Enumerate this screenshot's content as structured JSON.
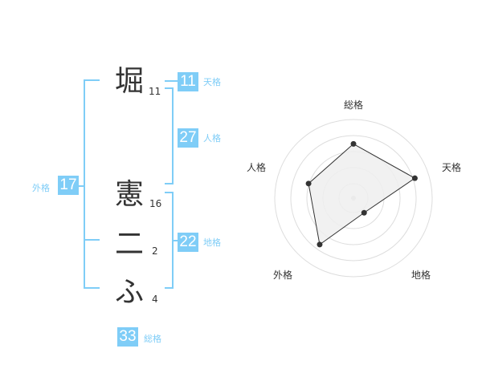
{
  "name_chars": [
    {
      "char": "堀",
      "strokes": "11"
    },
    {
      "char": "憲",
      "strokes": "16"
    },
    {
      "char": "二",
      "strokes": "2"
    },
    {
      "char": "ふ",
      "strokes": "4"
    }
  ],
  "kaku": {
    "tenkaku": {
      "value": "11",
      "label": "天格"
    },
    "jinkaku": {
      "value": "27",
      "label": "人格"
    },
    "chikaku": {
      "value": "22",
      "label": "地格"
    },
    "gaikaku": {
      "value": "17",
      "label": "外格"
    },
    "soukaku": {
      "value": "33",
      "label": "総格"
    }
  },
  "radar": {
    "axes": [
      "総格",
      "天格",
      "地格",
      "外格",
      "人格"
    ],
    "values": [
      0.69,
      0.82,
      0.23,
      0.73,
      0.6
    ]
  },
  "colors": {
    "accent": "#7fcdf7",
    "text": "#333333",
    "ring": "#dddddd",
    "fill": "#eeeeee"
  }
}
